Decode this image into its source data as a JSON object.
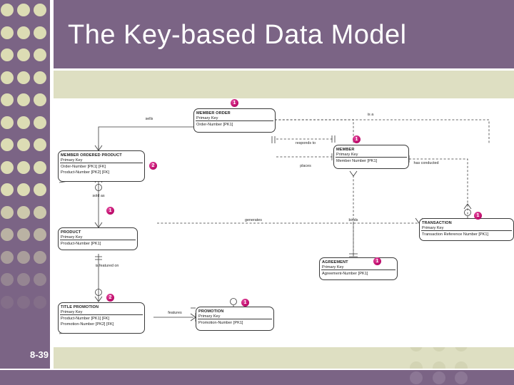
{
  "slide": {
    "title": "The Key-based Data Model",
    "page_number": "8-39",
    "colors": {
      "accent_purple": "#7b6485",
      "pale_band": "#dedfc2",
      "dot": "#dcdcb4",
      "badge_magenta": "#c2106e",
      "title_text": "#ffffff"
    }
  },
  "diagram": {
    "type": "entity-relationship-diagram",
    "entities": [
      {
        "name": "MEMBER ORDER",
        "pk_label": "Primary Key",
        "attributes": [
          "Order-Number   [PK1]"
        ],
        "badge": "1"
      },
      {
        "name": "MEMBER ORDERED PRODUCT",
        "pk_label": "Primary Key",
        "attributes": [
          "Order-Number   [PK1] [FK]",
          "Product-Number   [PK2] [FK]"
        ],
        "badge": "2"
      },
      {
        "name": "MEMBER",
        "pk_label": "Primary Key",
        "attributes": [
          "Member Number   [PK1]"
        ],
        "badge": "1"
      },
      {
        "name": "PRODUCT",
        "pk_label": "Primary Key",
        "attributes": [
          "Product-Number   [PK1]"
        ],
        "badge": "1"
      },
      {
        "name": "TRANSACTION",
        "pk_label": "Primary Key",
        "attributes": [
          "Transaction Reference Number   [PK1]"
        ],
        "badge": "1"
      },
      {
        "name": "AGREEMENT",
        "pk_label": "Primary Key",
        "attributes": [
          "Agreement-Number   [PK1]"
        ],
        "badge": "1"
      },
      {
        "name": "TITLE PROMOTION",
        "pk_label": "Primary Key",
        "attributes": [
          "Product-Number   [PK1] [FK]",
          "Promotion-Number   [PK2] [FK]"
        ],
        "badge": "2"
      },
      {
        "name": "PROMOTION",
        "pk_label": "Primary Key",
        "attributes": [
          "Promotion-Number   [PK1]"
        ],
        "badge": "1"
      }
    ],
    "relationships": [
      {
        "label": "sells"
      },
      {
        "label": "is a"
      },
      {
        "label": "responds to"
      },
      {
        "label": "places"
      },
      {
        "label": "has conducted"
      },
      {
        "label": "sold as"
      },
      {
        "label": "generates"
      },
      {
        "label": "binds"
      },
      {
        "label": "is featured on"
      },
      {
        "label": "features"
      }
    ]
  }
}
